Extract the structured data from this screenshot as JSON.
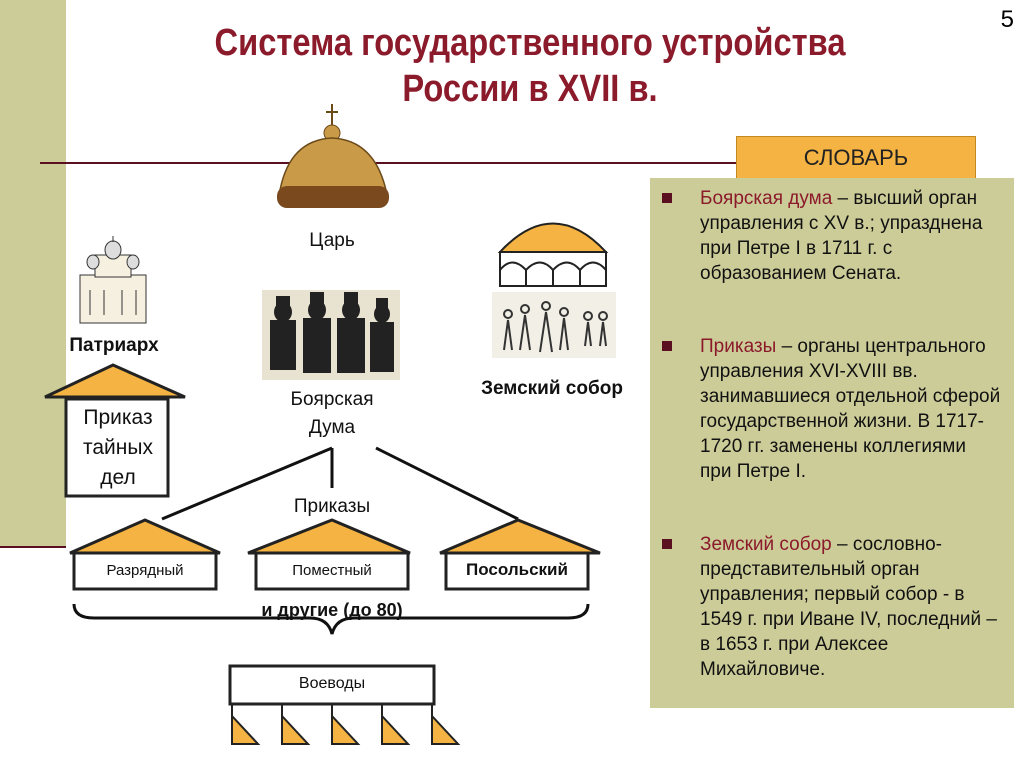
{
  "slide_number": "5",
  "title_line1": "Система государственного устройства",
  "title_line2": "России в  XVII в.",
  "glossary": {
    "button": "СЛОВАРЬ",
    "items": [
      {
        "term": "Боярская дума",
        "definition": " – высший орган управления с XV в.; упразднена при Петре I в 1711 г. с образованием Сената."
      },
      {
        "term": "Приказы",
        "definition": " – органы центрального управления XVI-XVIII вв. занимавшиеся отдельной сферой государственной жизни. В 1717-1720 гг. заменены коллегиями при Петре I."
      },
      {
        "term": "Земский собор",
        "definition": " – сословно-представительный орган управления; первый собор - в 1549 г. при Иване IV, последний – в 1653 г. при Алексее Михайловиче."
      }
    ]
  },
  "diagram": {
    "tsar": "Царь",
    "patriarch": "Патриарх",
    "secret_office": "Приказ тайных дел",
    "boyar_duma": "Боярская Дума",
    "zemsky_sobor": "Земский собор",
    "prikazy": "Приказы",
    "offices": [
      "Разрядный",
      "Поместный",
      "Посольский"
    ],
    "and_others": "и другие (до 80)",
    "voevody": "Воеводы"
  },
  "colors": {
    "accent": "#8b1a2b",
    "orange": "#f4b342",
    "panel": "#cccc99"
  }
}
